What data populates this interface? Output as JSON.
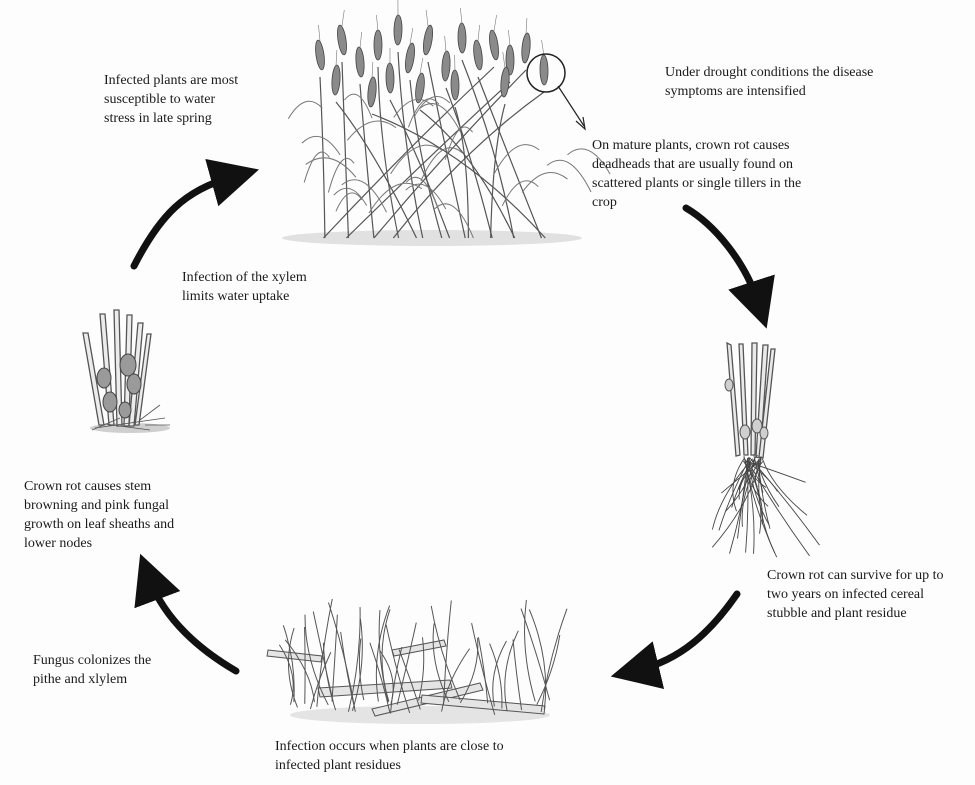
{
  "labels": {
    "drought": "Under drought conditions the disease\nsymptoms are intensified",
    "water_stress": "Infected plants are most\nsusceptible to water\nstress in late spring",
    "deadheads": "On mature plants, crown rot causes\ndeadheads that are usually found on\nscattered plants or single tillers in the\ncrop",
    "xylem": "Infection of the xylem\nlimits water uptake",
    "stem_browning": "Crown rot causes stem\nbrowning and pink fungal\ngrowth on leaf sheaths and\nlower nodes",
    "survive": "Crown rot can survive for up to\ntwo years on infected cereal\nstubble and plant residue",
    "colonize": "Fungus colonizes the\npithe and xlylem",
    "infection": "Infection occurs when plants are close to\ninfected plant residues"
  },
  "illustrations": {
    "top": "mature-wheat-crop-illustration",
    "right": "stubble-with-roots-illustration",
    "bottom": "seedlings-in-residue-illustration",
    "left": "infected-stem-base-illustration"
  },
  "colors": {
    "arrow": "#111111",
    "ink": "#3a3a3a",
    "shade": "#9a9a9a"
  }
}
